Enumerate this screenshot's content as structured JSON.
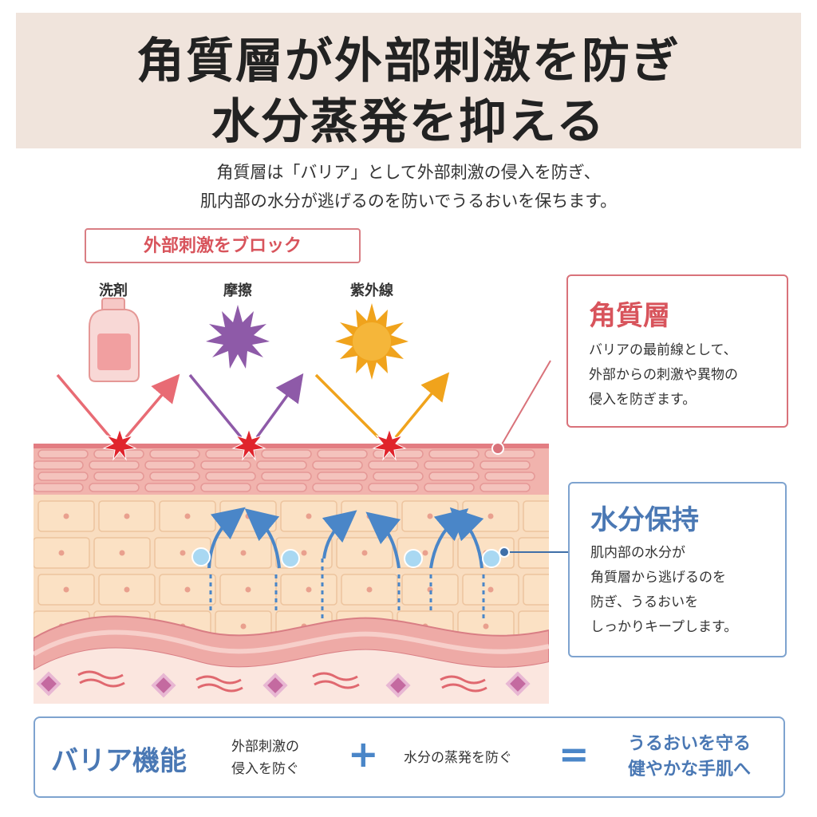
{
  "header": {
    "title_line1": "角質層が外部刺激を防ぎ",
    "title_line2": "水分蒸発を抑える",
    "background": "#f0e4dc"
  },
  "subtitle": {
    "line1": "角質層は「バリア」として外部刺激の侵入を防ぎ、",
    "line2": "肌内部の水分が逃げるのを防いでうるおいを保ちます。"
  },
  "block_label": "外部刺激をブロック",
  "stimuli": [
    {
      "label": "洗剤",
      "icon": "detergent-bottle-icon",
      "color": "#e86b74"
    },
    {
      "label": "摩擦",
      "icon": "friction-burst-icon",
      "color": "#8e5aa8"
    },
    {
      "label": "紫外線",
      "icon": "sun-icon",
      "color": "#f0a31c"
    }
  ],
  "stratum_corneum": {
    "title": "角質層",
    "body": [
      "バリアの最前線として、",
      "外部からの刺激や異物の",
      "侵入を防ぎます。"
    ],
    "color": "#d8545c"
  },
  "moisture": {
    "title": "水分保持",
    "body": [
      "肌内部の水分が",
      "角質層から逃げるのを",
      "防ぎ、うるおいを",
      "しっかりキープします。"
    ],
    "color": "#4a78b4"
  },
  "summary": {
    "label": "バリア機能",
    "part1": [
      "外部刺激の",
      "侵入を防ぐ"
    ],
    "plus": "+",
    "part2": "水分の蒸発を防ぐ",
    "equals": "=",
    "result": [
      "うるおいを守る",
      "健やかな手肌へ"
    ]
  },
  "colors": {
    "accent_red": "#d8545c",
    "accent_blue": "#4a78b4",
    "skin_base": "#f7d4b0",
    "skin_top": "#f0a7a2",
    "water": "#a9d8f2"
  }
}
